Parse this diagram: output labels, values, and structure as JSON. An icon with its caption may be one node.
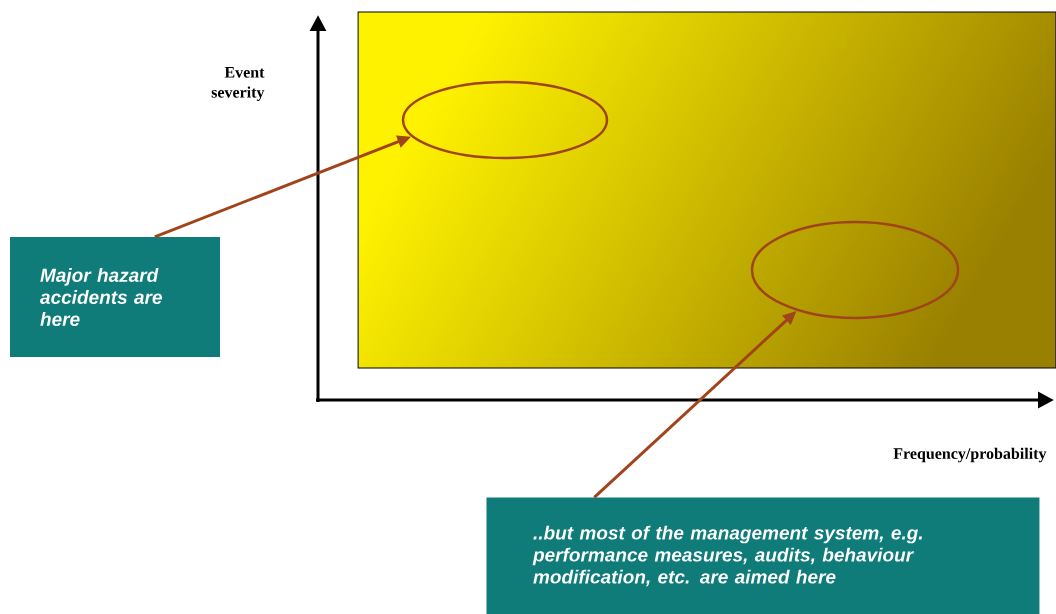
{
  "diagram": {
    "nodes": [
      {
        "text": [],
        "shape": "ellipse"
      },
      {
        "text": [
          "Major hazard accidents are here"
        ]
      },
      {
        "text": [],
        "shape": "ellipse"
      },
      {
        "text": [
          "..but most of the management system, e.g. performance measures, audits, behaviour modification, etc. are aimed here"
        ]
      }
    ],
    "edges": [
      {
        "from": 1,
        "to": 0,
        "arrow": "to"
      },
      {
        "from": 3,
        "to": 2,
        "arrow": "to"
      }
    ],
    "labels": [
      "Event severity",
      "Frequency/probability"
    ]
  }
}
